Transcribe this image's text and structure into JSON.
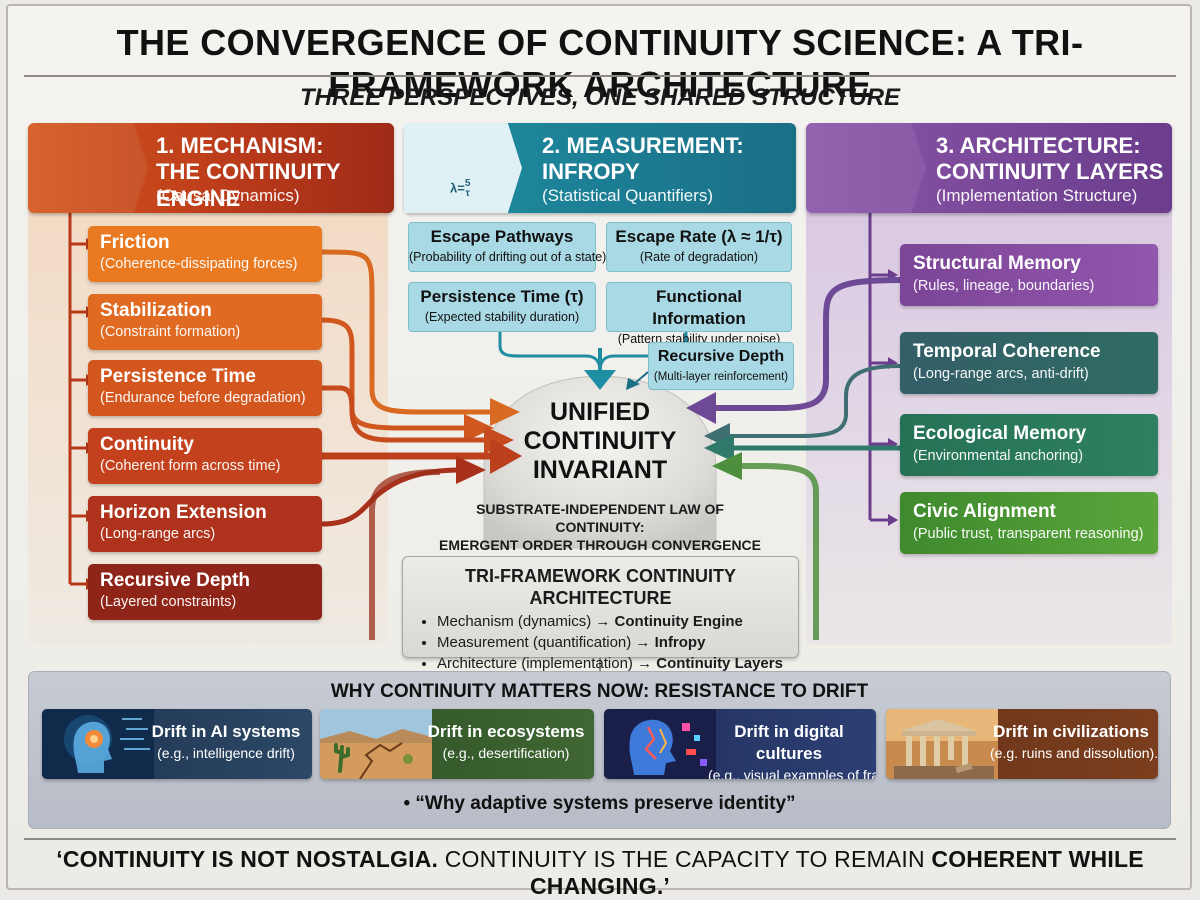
{
  "title": "THE CONVERGENCE OF CONTINUITY SCIENCE: A TRI-FRAMEWORK ARCHITECTURE",
  "subtitle": "THREE PERSPECTIVES, ONE SHARED STRUCTURE",
  "mechanism": {
    "heading": "1. MECHANISM:",
    "heading2": "THE CONTINUITY ENGINE",
    "sub": "(Causal Dynamics)",
    "color": "#c8441c",
    "items": [
      {
        "title": "Friction",
        "desc": "(Coherence-dissipating forces)",
        "color": "#e97a22"
      },
      {
        "title": "Stabilization",
        "desc": "(Constraint formation)",
        "color": "#e06a21"
      },
      {
        "title": "Persistence Time",
        "desc": "(Endurance before degradation)",
        "color": "#d4561f"
      },
      {
        "title": "Continuity",
        "desc": "(Coherent form across time)",
        "color": "#c3421d"
      },
      {
        "title": "Horizon Extension",
        "desc": "(Long-range arcs)",
        "color": "#ae321c"
      },
      {
        "title": "Recursive Depth",
        "desc": "(Layered constraints)",
        "color": "#8f2418"
      }
    ]
  },
  "measurement": {
    "heading": "2. MEASUREMENT:",
    "heading2": "INFROPY",
    "sub": "(Statistical Quantifiers)",
    "icon_formula": "λ=",
    "icon_num": "5",
    "icon_den": "τ",
    "color": "#1f7f96",
    "items": [
      {
        "title": "Escape Pathways",
        "desc": "(Probability of drifting out of a state)"
      },
      {
        "title": "Escape Rate (λ ≈ 1/τ)",
        "desc": "(Rate of degradation)"
      },
      {
        "title": "Persistence Time (τ)",
        "desc": "(Expected stability duration)"
      },
      {
        "title": "Functional Information",
        "desc": "(Pattern stability under noise)"
      },
      {
        "title": "Recursive Depth",
        "desc": "(Multi-layer reinforcement)"
      }
    ]
  },
  "architecture": {
    "heading": "3. ARCHITECTURE:",
    "heading2": "CONTINUITY LAYERS",
    "sub": "(Implementation Structure)",
    "color": "#7a479a",
    "items": [
      {
        "title": "Structural Memory",
        "desc": "(Rules, lineage, boundaries)",
        "color": "#8a4fa8"
      },
      {
        "title": "Temporal Coherence",
        "desc": "(Long-range arcs, anti-drift)",
        "color": "#3d6f6a"
      },
      {
        "title": "Ecological Memory",
        "desc": "(Environmental anchoring)",
        "color": "#2e8064"
      },
      {
        "title": "Civic Alignment",
        "desc": "(Public trust, transparent reasoning)",
        "color": "#4f9a35"
      }
    ]
  },
  "center": {
    "invariant_l1": "UNIFIED",
    "invariant_l2": "CONTINUITY",
    "invariant_l3": "INVARIANT",
    "law_l1": "SUBSTRATE-INDEPENDENT LAW OF CONTINUITY:",
    "law_l2": "EMERGENT ORDER THROUGH CONVERGENCE",
    "tri_title": "TRI-FRAMEWORK CONTINUITY ARCHITECTURE",
    "tri_items": [
      {
        "pre": "Mechanism (dynamics) → ",
        "bold": "Continuity Engine"
      },
      {
        "pre": "Measurement (quantification) → ",
        "bold": "Infropy"
      },
      {
        "pre": "Architecture (implementation) → ",
        "bold": "Continuity Layers"
      }
    ]
  },
  "drift": {
    "title": "WHY CONTINUITY MATTERS NOW: RESISTANCE TO DRIFT",
    "cards": [
      {
        "title": "Drift in AI systems",
        "desc": "(e.g., intelligence drift)",
        "color": "#2c4866"
      },
      {
        "title": "Drift in ecosystems",
        "desc": "(e.g., desertification)",
        "color": "#3f6633"
      },
      {
        "title": "Drift in digital cultures",
        "desc": "(e.g., visual examples of fracture)",
        "color": "#2d3f73"
      },
      {
        "title": "Drift in civilizations",
        "desc": "(e.g. ruins and dissolution).",
        "color": "#7a3e1e"
      }
    ],
    "quote": "• “Why adaptive systems preserve identity”"
  },
  "bottom_quote": {
    "part1": "‘CONTINUITY IS NOT NOSTALGIA.",
    "part2": " CONTINUITY IS THE CAPACITY TO REMAIN ",
    "part3": "COHERENT WHILE CHANGING.’"
  }
}
